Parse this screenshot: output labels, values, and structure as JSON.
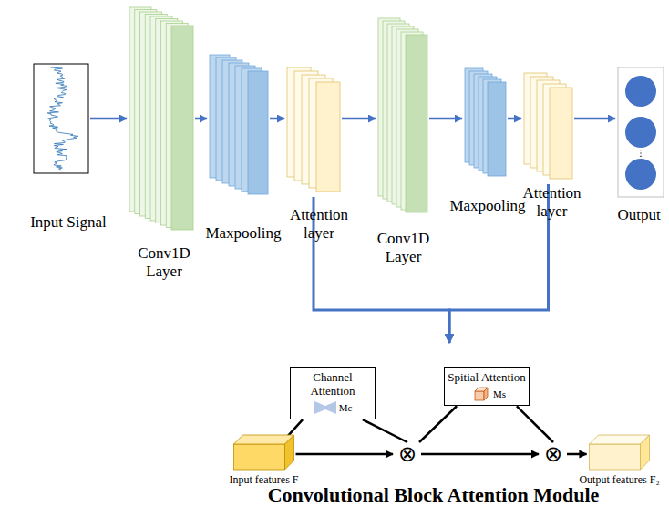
{
  "diagram": {
    "nodes": [
      {
        "text": [
          "Input Signal"
        ]
      },
      {
        "text": [
          "Conv1D Layer"
        ]
      },
      {
        "text": [
          "Maxpooling"
        ]
      },
      {
        "text": [
          "Attention layer"
        ]
      },
      {
        "text": [
          "Conv1D Layer"
        ]
      },
      {
        "text": [
          "Maxpooling"
        ]
      },
      {
        "text": [
          "Attention layer"
        ]
      },
      {
        "text": [
          "Output"
        ]
      },
      {
        "text": [
          "Convolutional Block Attention Module"
        ]
      },
      {
        "text": [
          "Channel Attention",
          "Mc"
        ],
        "in": 8
      },
      {
        "text": [
          "Spitial Attention",
          "Ms"
        ],
        "in": 8
      },
      {
        "text": [
          "Input features F"
        ],
        "in": 8
      },
      {
        "text": [
          "⊗"
        ],
        "in": 8
      },
      {
        "text": [
          "⊗"
        ],
        "in": 8
      },
      {
        "text": [
          "Output features F₂"
        ],
        "in": 8
      }
    ],
    "edges": [
      {
        "from": 0,
        "to": 1,
        "arrow": "to"
      },
      {
        "from": 1,
        "to": 2,
        "arrow": "to"
      },
      {
        "from": 2,
        "to": 3,
        "arrow": "to"
      },
      {
        "from": 3,
        "to": 4,
        "arrow": "to"
      },
      {
        "from": 4,
        "to": 5,
        "arrow": "to"
      },
      {
        "from": 5,
        "to": 6,
        "arrow": "to"
      },
      {
        "from": 6,
        "to": 7,
        "arrow": "to"
      },
      {
        "from": 3,
        "to": 8,
        "arrow": "to"
      },
      {
        "from": 6,
        "to": 8,
        "arrow": "to"
      },
      {
        "from": 11,
        "to": 12,
        "arrow": "to"
      },
      {
        "from": 11,
        "to": 9,
        "arrow": "none"
      },
      {
        "from": 9,
        "to": 12,
        "arrow": "none"
      },
      {
        "from": 12,
        "to": 13,
        "arrow": "to"
      },
      {
        "from": 12,
        "to": 10,
        "arrow": "none"
      },
      {
        "from": 10,
        "to": 13,
        "arrow": "none"
      },
      {
        "from": 13,
        "to": 14,
        "arrow": "to"
      }
    ]
  }
}
